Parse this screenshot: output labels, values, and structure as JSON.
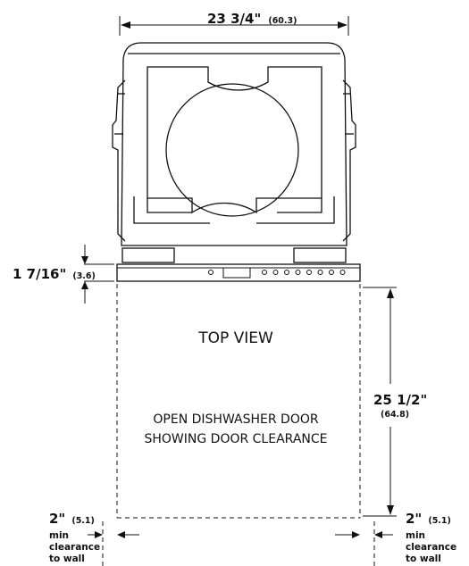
{
  "dimensions": {
    "width": {
      "main": "23 3/4\"",
      "metric": "(60.3)"
    },
    "door_thickness": {
      "main": "1 7/16\"",
      "metric": "(3.6)"
    },
    "door_clearance": {
      "main": "25 1/2\"",
      "metric": "(64.8)"
    },
    "left_clearance": {
      "main": "2\"",
      "metric": "(5.1)",
      "note_lines": [
        "min",
        "clearance",
        "to wall"
      ]
    },
    "right_clearance": {
      "main": "2\"",
      "metric": "(5.1)",
      "note_lines": [
        "min",
        "clearance",
        "to wall"
      ]
    }
  },
  "labels": {
    "view_title": "TOP VIEW",
    "door_caption_line1": "OPEN DISHWASHER DOOR",
    "door_caption_line2": "SHOWING DOOR CLEARANCE"
  },
  "control_panel": {
    "button_count": 8
  }
}
